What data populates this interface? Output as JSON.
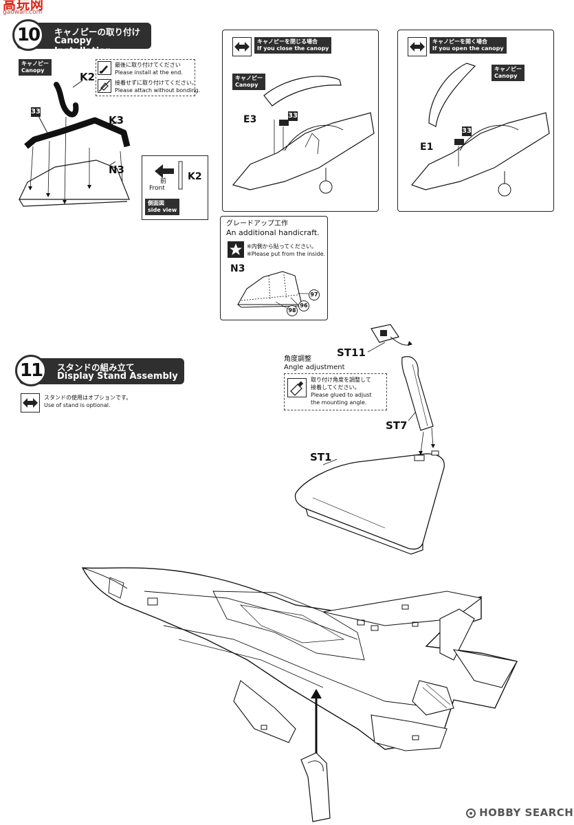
{
  "watermark": {
    "brand": "高玩网",
    "url": "gaowan.com"
  },
  "step10": {
    "number": "10",
    "title_jp": "キャノピーの取り付け",
    "title_en": "Canopy Installation",
    "canopy_tag_jp": "キャノピー",
    "canopy_tag_en": "Canopy",
    "note1_jp": "最後に取り付けてください",
    "note1_en": "Please install at the end.",
    "note2_jp": "接着せずに取り付けてください。",
    "note2_en": "Please attach without bonding.",
    "parts": {
      "k2": "K2",
      "k3": "K3",
      "n3": "N3",
      "p33": "33"
    },
    "side_view": {
      "front_jp": "前",
      "front_en": "Front",
      "part": "K2",
      "tag_jp": "側面図",
      "tag_en": "side view"
    },
    "close_panel": {
      "tag_jp": "キャノピーを閉じる場合",
      "tag_en": "If you close the canopy",
      "canopy_jp": "キャノピー",
      "canopy_en": "Canopy",
      "part": "E3",
      "num": "33"
    },
    "open_panel": {
      "tag_jp": "キャノピーを開く場合",
      "tag_en": "If you open the canopy",
      "canopy_jp": "キャノピー",
      "canopy_en": "Canopy",
      "part": "E1",
      "num": "33"
    },
    "upgrade": {
      "title_jp": "グレードアップ工作",
      "title_en": "An additional handicraft.",
      "note_jp": "※内側から貼ってください。",
      "note_en": "※Please put from the inside.",
      "part": "N3",
      "n97": "97",
      "n96": "96",
      "n98": "98"
    }
  },
  "step11": {
    "number": "11",
    "title_jp": "スタンドの組み立て",
    "title_en": "Display Stand Assembly",
    "optional_jp": "スタンドの使用はオプションです。",
    "optional_en": "Use of stand is optional.",
    "angle_jp": "角度調整",
    "angle_en": "Angle adjustment",
    "glue_jp1": "取り付け角度を調整して",
    "glue_jp2": "接着してください。",
    "glue_en1": "Please glued to adjust",
    "glue_en2": "the mounting angle.",
    "parts": {
      "st11": "ST11",
      "st7": "ST7",
      "st1": "ST1"
    }
  },
  "footer": {
    "logo": "HOBBY SEARCH"
  }
}
